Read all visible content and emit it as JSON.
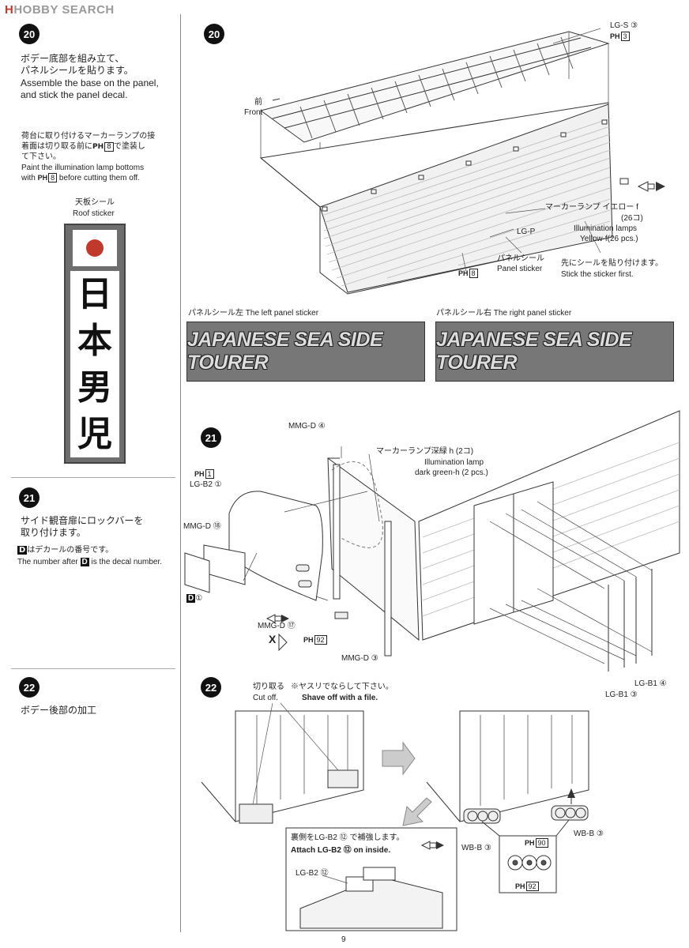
{
  "watermark": "HOBBY SEARCH",
  "page_number": "9",
  "step20": {
    "number": "20",
    "jp_line1": "ボデー底部を組み立て、",
    "jp_line2": "パネルシールを貼ります。",
    "en_line1": "Assemble the base on the panel,",
    "en_line2": "and stick the panel decal.",
    "note_jp1": "荷台に取り付けるマーカーランプの接",
    "note_jp2": "着面は切り取る前に",
    "note_jp2b": "で塗装し",
    "note_jp3": "て下さい。",
    "note_en1": "Paint the illumination lamp bottoms",
    "note_en2a": "with",
    "note_en2b": "before cutting them off.",
    "roof_jp": "天板シール",
    "roof_en": "Roof sticker",
    "roof_kanji": [
      "日",
      "本",
      "男",
      "児"
    ],
    "lbl_lgs": "LG-S ③",
    "lbl_front_jp": "前",
    "lbl_front_en": "Front",
    "lbl_lamp_jp": "マーカーランプ イエロー f",
    "lbl_lamp_cnt": "(26コ)",
    "lbl_lamp_en1": "Illumination lamps",
    "lbl_lamp_en2": "Yellow-f(26 pcs.)",
    "lbl_lgp": "LG-P",
    "lbl_panel_jp": "パネルシール",
    "lbl_panel_en": "Panel sticker",
    "lbl_first_jp": "先にシールを貼り付けます。",
    "lbl_first_en": "Stick the sticker first.",
    "left_panel_label": "パネルシール左  The left panel sticker",
    "right_panel_label": "パネルシール右  The right panel sticker",
    "panel_text": "JAPANESE SEA SIDE TOURER"
  },
  "step21": {
    "number": "21",
    "jp_line1": "サイド観音扉にロックバーを",
    "jp_line2": "取り付けます。",
    "decal_jp": "はデカールの番号です。",
    "decal_en_a": "The number after",
    "decal_en_b": "is the decal number.",
    "decal_letter": "D",
    "lbl_mmgd4": "MMG-D ④",
    "lbl_lamp_jp": "マーカーランプ深緑 h (2コ)",
    "lbl_lamp_en1": "Illumination lamp",
    "lbl_lamp_en2": "dark green-h (2 pcs.)",
    "lbl_lgb2_1": "LG-B2 ①",
    "lbl_mmgd18": "MMG-D ⑱",
    "lbl_d1": "①",
    "lbl_mmgd17": "MMG-D ⑰",
    "lbl_x3": "X",
    "lbl_mmgd3": "MMG-D ③",
    "lbl_lgb1_4": "LG-B1 ④",
    "lbl_lgb1_3": "LG-B1 ③"
  },
  "step22": {
    "number": "22",
    "jp_line1": "ボデー後部の加工",
    "cut_jp": "切り取る",
    "cut_en": "Cut off.",
    "file_jp": "※ヤスリでならして下さい。",
    "file_en": "Shave off with a file.",
    "inside_jp": "裏側をLG-B2 ⑫ で補強します。",
    "inside_en": "Attach LG-B2 ⑫ on inside.",
    "lbl_lgb2_12": "LG-B2 ⑫",
    "lbl_wbb_left": "WB-B ③",
    "lbl_wbb_right": "WB-B ③"
  },
  "paint_refs": {
    "ph_prefix": "PH",
    "n3": "3",
    "n8": "8",
    "n1": "1",
    "n92": "92",
    "n90": "90"
  }
}
